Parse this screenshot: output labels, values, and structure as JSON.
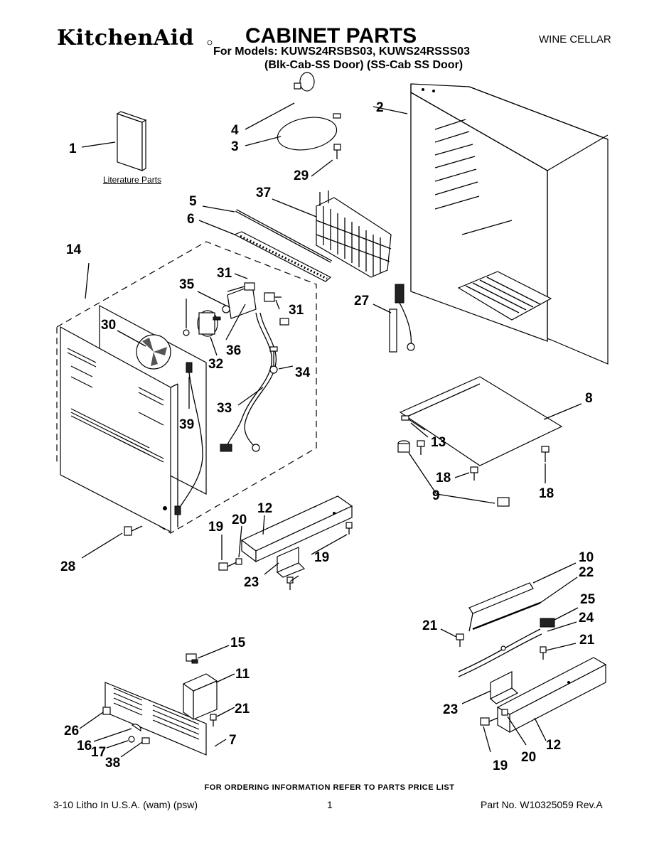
{
  "header": {
    "brand": "KitchenAid",
    "title": "CABINET PARTS",
    "category": "WINE CELLAR",
    "models_line": "For Models: KUWS24RSBS03, KUWS24RSSS03",
    "variants_line": "(Blk-Cab-SS Door)  (SS-Cab SS Door)"
  },
  "literature_label": "Literature Parts",
  "ordering_note": "FOR ORDERING INFORMATION REFER TO PARTS PRICE LIST",
  "footer": {
    "print_info": "3-10 Litho In U.S.A. (wam) (psw)",
    "page": "1",
    "part_no": "Part No. W10325059 Rev.A"
  },
  "callouts": [
    "1",
    "2",
    "3",
    "4",
    "29",
    "5",
    "37",
    "6",
    "14",
    "31",
    "35",
    "31",
    "30",
    "36",
    "32",
    "27",
    "34",
    "33",
    "39",
    "8",
    "13",
    "9",
    "18",
    "18",
    "12",
    "19",
    "20",
    "19",
    "28",
    "23",
    "10",
    "22",
    "25",
    "24",
    "21",
    "21",
    "15",
    "11",
    "21",
    "26",
    "16",
    "17",
    "38",
    "7",
    "23",
    "12",
    "19",
    "20"
  ]
}
